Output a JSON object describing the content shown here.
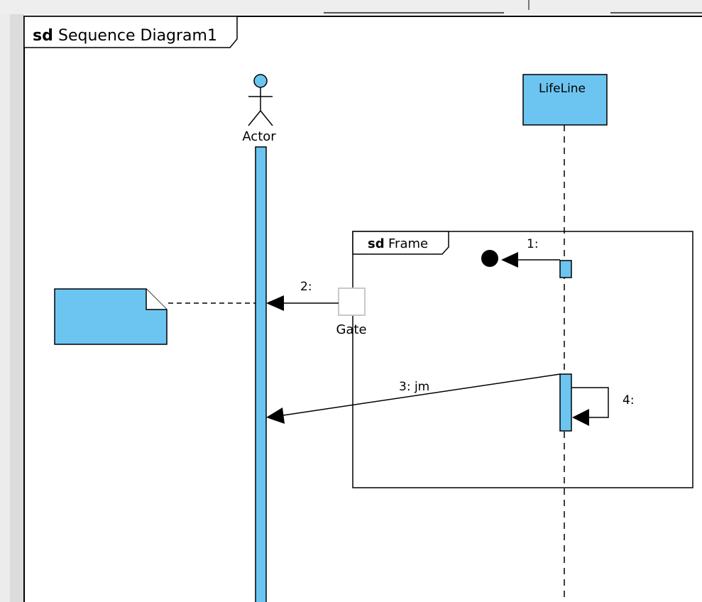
{
  "colors": {
    "fill": "#6cc5f0",
    "stroke": "#000000",
    "gate_stroke": "#c8c8c8",
    "canvas_gray": "#e6e6e6"
  },
  "diagram": {
    "title_keyword": "sd",
    "title": "Sequence Diagram1"
  },
  "actor": {
    "label": "Actor"
  },
  "lifeline": {
    "label": "LifeLine"
  },
  "frame": {
    "keyword": "sd",
    "name": "Frame"
  },
  "gate": {
    "label": "Gate"
  },
  "messages": {
    "m1": "1:",
    "m2": "2:",
    "m3": "3: jm",
    "m4": "4:"
  }
}
